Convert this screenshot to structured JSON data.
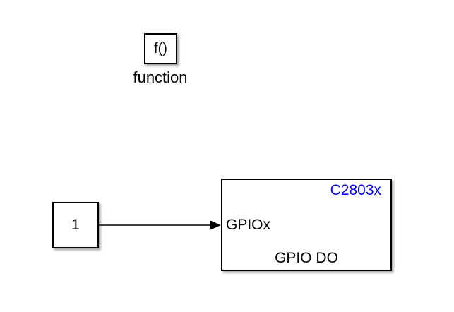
{
  "colors": {
    "background": "#ffffff",
    "block_border": "#000000",
    "wire": "#000000",
    "chip_label_blue": "#0000ff"
  },
  "blocks": {
    "function": {
      "label": "f()",
      "caption": "function"
    },
    "constant": {
      "value": "1"
    },
    "gpio_do": {
      "chip_label": "C2803x",
      "input_port_label": "GPIOx",
      "block_name": "GPIO DO"
    }
  }
}
